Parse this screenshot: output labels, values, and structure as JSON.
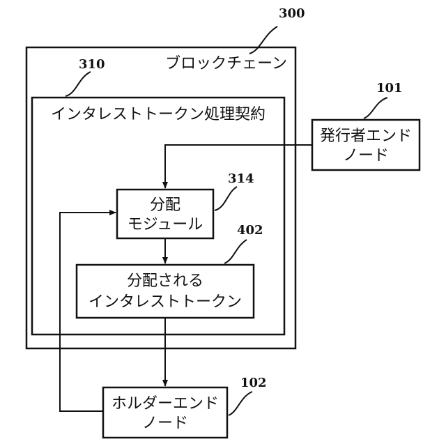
{
  "blockchain": {
    "ref": "300",
    "label": "ブロックチェーン"
  },
  "contract": {
    "ref": "310",
    "label": "インタレストトークン処理契約"
  },
  "issuer_node": {
    "ref": "101",
    "line1": "発行者エンド",
    "line2": "ノード"
  },
  "distribution_module": {
    "ref": "314",
    "line1": "分配",
    "line2": "モジュール"
  },
  "distributed_token": {
    "ref": "402",
    "line1": "分配される",
    "line2": "インタレストトークン"
  },
  "holder_node": {
    "ref": "102",
    "line1": "ホルダーエンド",
    "line2": "ノード"
  }
}
